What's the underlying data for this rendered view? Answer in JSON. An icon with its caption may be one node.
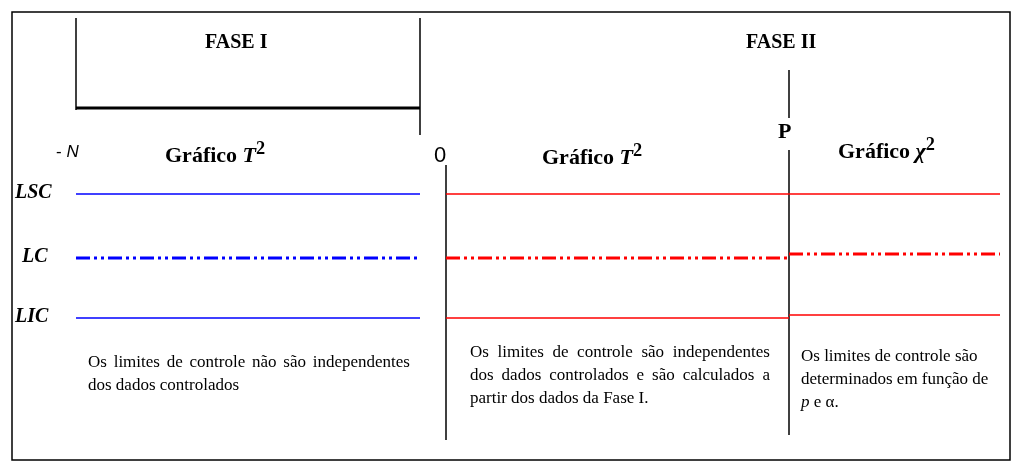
{
  "diagram": {
    "labels": [
      "FASE I",
      "FASE II",
      "- *N*",
      "Gráfico *T*$^{2}$",
      "0",
      "Gráfico *T*$^{2}$",
      "P",
      "Gráfico *χ*$^{2}$",
      "LSC",
      "LC",
      "LIC",
      "Os limites de controle não são independentes dos dados controlados",
      "Os limites de controle são independentes dos dados controlados e são calculados a partir dos dados da Fase I.",
      "Os limites de controle são determinados em função de *p* e α."
    ]
  }
}
